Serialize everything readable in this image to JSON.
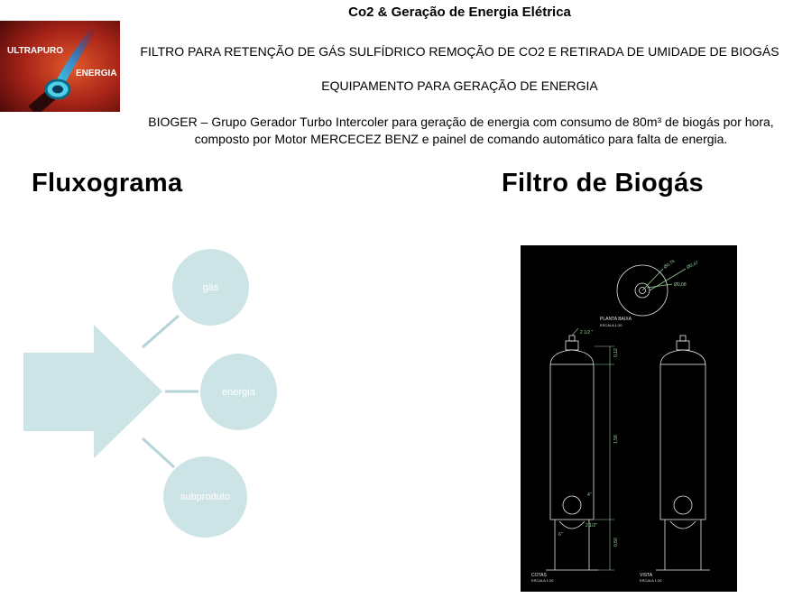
{
  "logo": {
    "line1": "ULTRAPURO",
    "line2": "ENERGIA"
  },
  "header": {
    "title": "Co2 & Geração de Energia Elétrica",
    "filter_line": "FILTRO PARA RETENÇÃO DE GÁS SULFÍDRICO REMOÇÃO DE CO2 E  RETIRADA DE UMIDADE DE BIOGÁS",
    "equipment_line": "EQUIPAMENTO PARA GERAÇÃO DE ENERGIA",
    "description": "BIOGER – Grupo Gerador Turbo Intercoler para geração de energia com consumo de 80m³ de biogás por hora, composto por Motor MERCECEZ BENZ e painel de comando automático para falta de energia."
  },
  "left": {
    "heading": "Fluxograma",
    "nodes": [
      "gás",
      "energia",
      "subproduto"
    ]
  },
  "right": {
    "heading": "Filtro de Biogás",
    "drawing": {
      "dim_outer": "Ø0,76",
      "dim_mid": "Ø0,47",
      "dim_inner": "Ø0,08",
      "plan_label": "PLANTA BAIXA",
      "plan_scale": "ESCALA 1:20",
      "pipe_label": "2 1/2 \"",
      "dim_top": "0,12",
      "dim_height": "1,58",
      "dim_bottom": "0,50",
      "pipe_4": "4\"",
      "pipe_low": "2 1/2\"",
      "pipe_6": "6\"",
      "cotas_label": "COTAS",
      "cotas_scale": "ESCALA 1:20",
      "vista_label": "VISTA",
      "vista_scale": "ESCALA 1:20"
    }
  }
}
